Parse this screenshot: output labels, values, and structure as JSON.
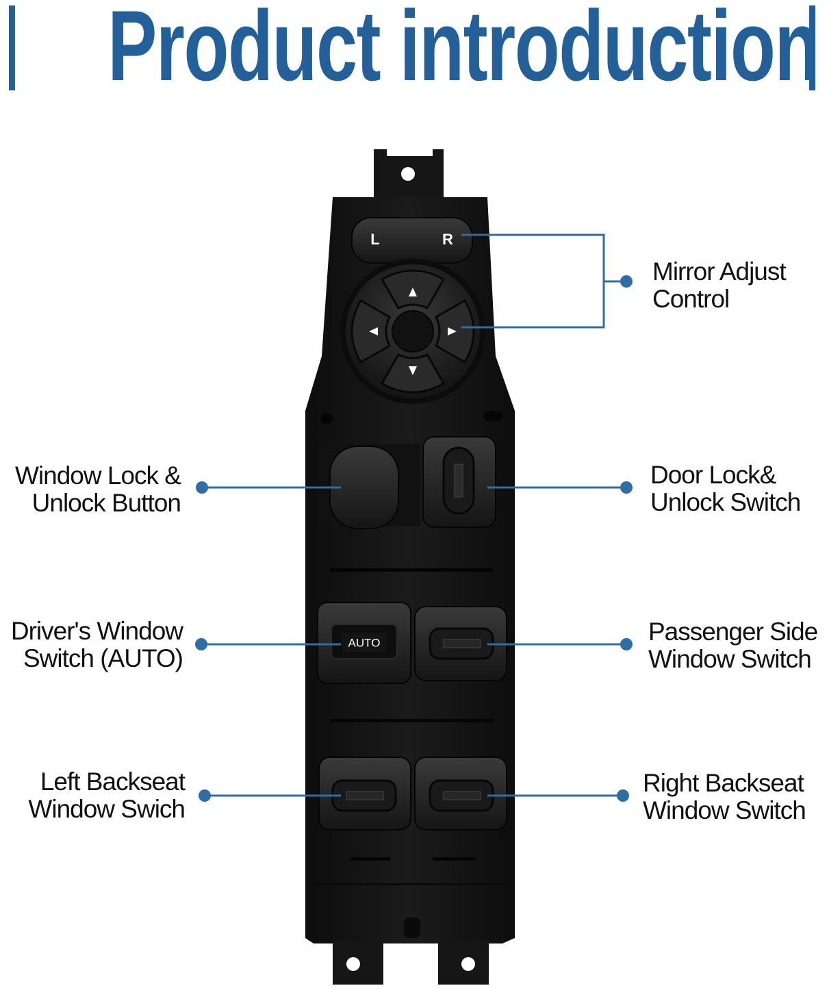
{
  "heading": {
    "title": "Product introduction",
    "accent_color": "#23609a"
  },
  "device": {
    "mirror_selector": {
      "left_letter": "L",
      "right_letter": "R"
    },
    "driver_switch_text": "AUTO"
  },
  "callouts": {
    "mirror_adjust": {
      "line1": "Mirror Adjust",
      "line2": "Control"
    },
    "window_lock": {
      "line1": "Window Lock &",
      "line2": "Unlock Button"
    },
    "door_lock": {
      "line1": "Door Lock&",
      "line2": "Unlock Switch"
    },
    "driver_window": {
      "line1": "Driver's Window",
      "line2": "Switch (AUTO)"
    },
    "passenger_window": {
      "line1": "Passenger Side",
      "line2": "Window Switch"
    },
    "left_backseat": {
      "line1": "Left Backseat",
      "line2": "Window Swich"
    },
    "right_backseat": {
      "line1": "Right Backseat",
      "line2": "Window Switch"
    }
  },
  "colors": {
    "callout_line": "#2f6ea5",
    "device_body": "#161616",
    "text": "#111111"
  }
}
